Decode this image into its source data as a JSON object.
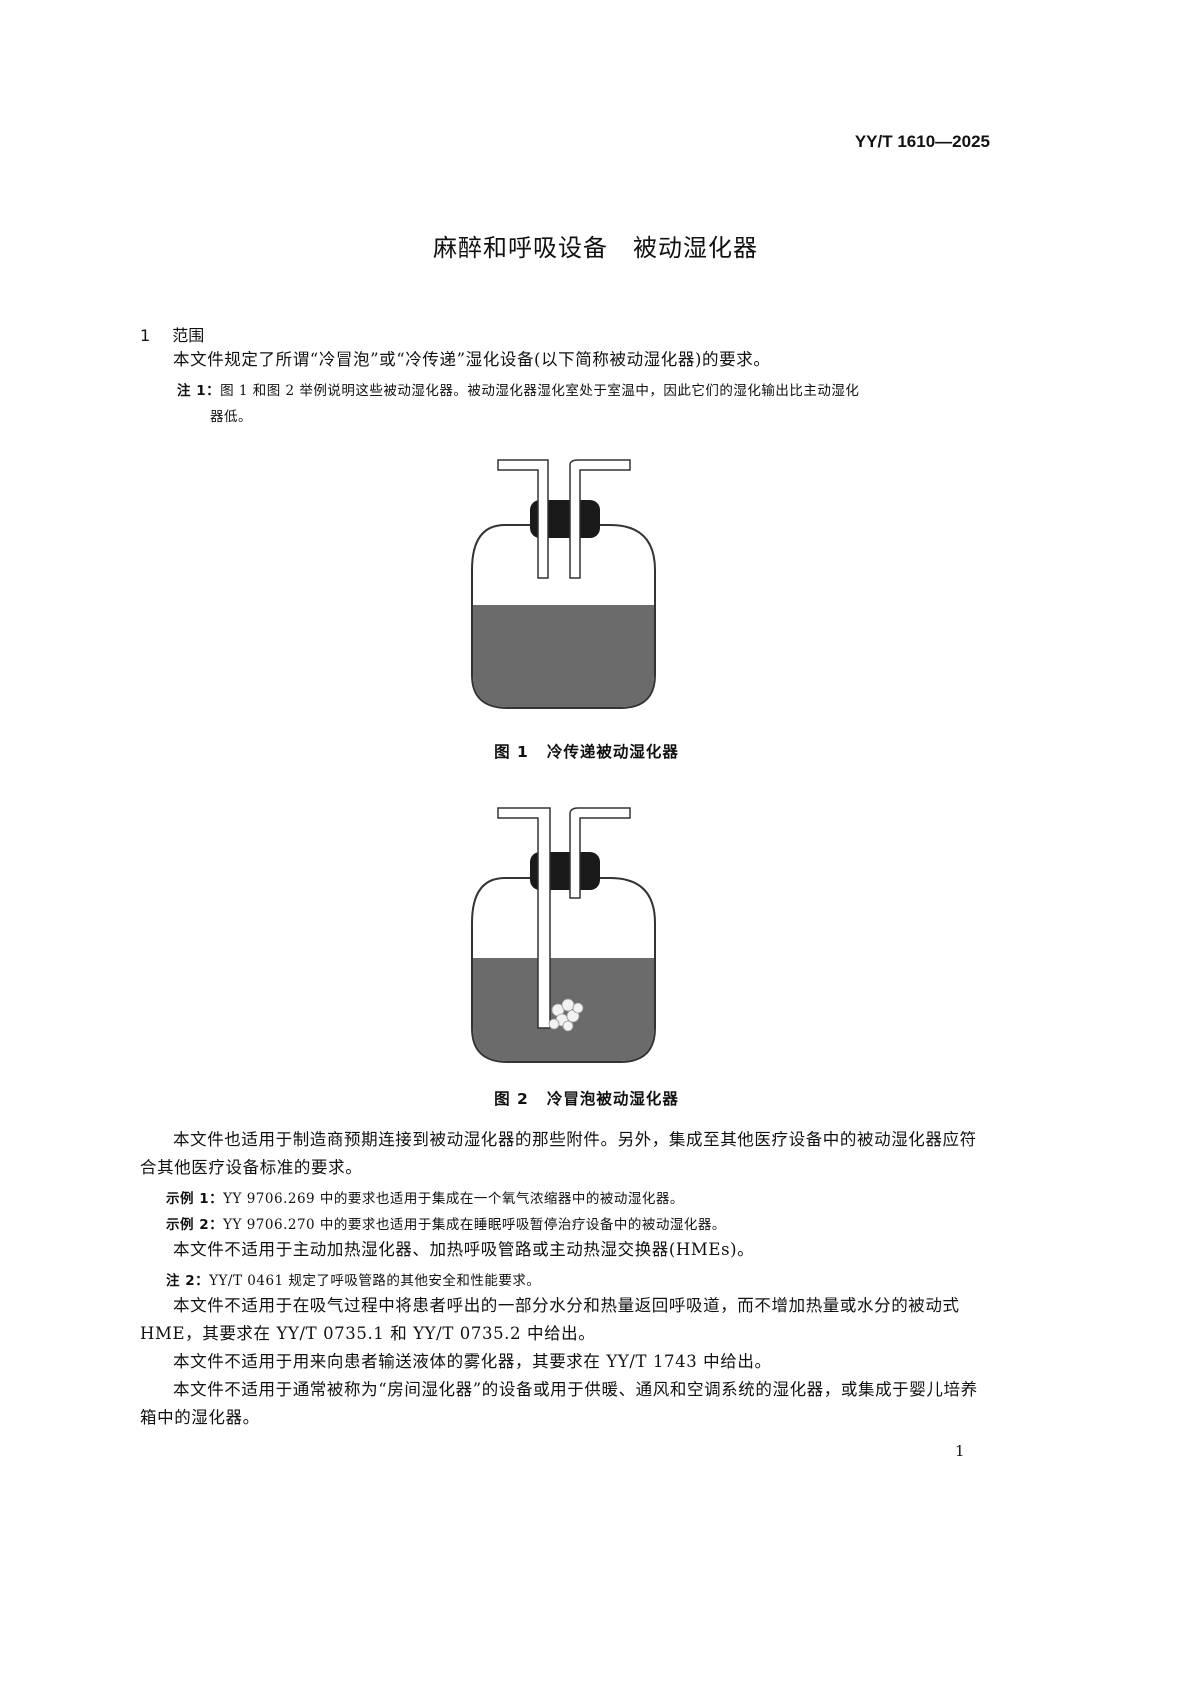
{
  "header": {
    "standard_number": "YY/T 1610—2025"
  },
  "title": "麻醉和呼吸设备　被动湿化器",
  "section": {
    "number": "1",
    "heading": "范围"
  },
  "paragraphs": {
    "p1": "本文件规定了所谓“冷冒泡”或“冷传递”湿化设备(以下简称被动湿化器)的要求。",
    "note1_label": "注 1：",
    "note1_line1": "图 1 和图 2 举例说明这些被动湿化器。被动湿化器湿化室处于室温中，因此它们的湿化输出比主动湿化",
    "note1_line2": "器低。",
    "p2": "本文件也适用于制造商预期连接到被动湿化器的那些附件。另外，集成至其他医疗设备中的被动湿化器应符合其他医疗设备标准的要求。",
    "example1_label": "示例 1：",
    "example1": "YY 9706.269 中的要求也适用于集成在一个氧气浓缩器中的被动湿化器。",
    "example2_label": "示例 2：",
    "example2": "YY 9706.270 中的要求也适用于集成在睡眠呼吸暂停治疗设备中的被动湿化器。",
    "p3": "本文件不适用于主动加热湿化器、加热呼吸管路或主动热湿交换器(HMEs)。",
    "note2_label": "注 2：",
    "note2": "YY/T 0461 规定了呼吸管路的其他安全和性能要求。",
    "p4": "本文件不适用于在吸气过程中将患者呼出的一部分水分和热量返回呼吸道，而不增加热量或水分的被动式 HME，其要求在 YY/T 0735.1 和 YY/T 0735.2 中给出。",
    "p5": "本文件不适用于用来向患者输送液体的雾化器，其要求在 YY/T 1743 中给出。",
    "p6": "本文件不适用于通常被称为“房间湿化器”的设备或用于供暖、通风和空调系统的湿化器，或集成于婴儿培养箱中的湿化器。"
  },
  "figures": [
    {
      "number": "图 1",
      "caption": "冷传递被动湿化器"
    },
    {
      "number": "图 2",
      "caption": "冷冒泡被动湿化器"
    }
  ],
  "page_number": "1",
  "colors": {
    "liquid": "#6b6b6b",
    "stopper": "#1a1a1a",
    "outline": "#333333"
  }
}
